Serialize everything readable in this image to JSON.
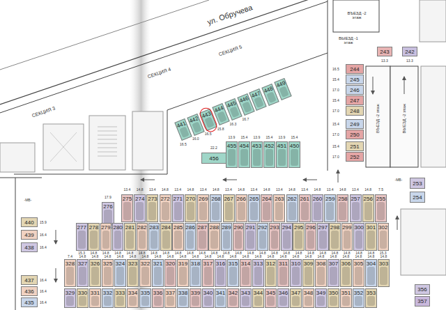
{
  "diagram": {
    "nodes": [
      {
        "text": [
          "243"
        ]
      },
      {
        "text": [
          "242"
        ]
      },
      {
        "text": [
          "441"
        ]
      },
      {
        "text": [
          "442"
        ]
      },
      {
        "text": [
          "443"
        ]
      },
      {
        "text": [
          "444"
        ]
      },
      {
        "text": [
          "445"
        ]
      },
      {
        "text": [
          "446"
        ]
      },
      {
        "text": [
          "447"
        ]
      },
      {
        "text": [
          "448"
        ]
      },
      {
        "text": [
          "449"
        ]
      },
      {
        "text": [
          "456"
        ]
      },
      {
        "text": [
          "455"
        ]
      },
      {
        "text": [
          "454"
        ]
      },
      {
        "text": [
          "453"
        ]
      },
      {
        "text": [
          "452"
        ]
      },
      {
        "text": [
          "451"
        ]
      },
      {
        "text": [
          "450"
        ]
      },
      {
        "text": [
          "244"
        ]
      },
      {
        "text": [
          "245"
        ]
      },
      {
        "text": [
          "246"
        ]
      },
      {
        "text": [
          "247"
        ]
      },
      {
        "text": [
          "248"
        ]
      },
      {
        "text": [
          "249"
        ]
      },
      {
        "text": [
          "250"
        ]
      },
      {
        "text": [
          "251"
        ]
      },
      {
        "text": [
          "252"
        ]
      },
      {
        "text": [
          "253"
        ]
      },
      {
        "text": [
          "254"
        ]
      },
      {
        "text": [
          "276"
        ]
      },
      {
        "text": [
          "275"
        ]
      },
      {
        "text": [
          "274"
        ]
      },
      {
        "text": [
          "273"
        ]
      },
      {
        "text": [
          "272"
        ]
      },
      {
        "text": [
          "271"
        ]
      },
      {
        "text": [
          "270"
        ]
      },
      {
        "text": [
          "269"
        ]
      },
      {
        "text": [
          "268"
        ]
      },
      {
        "text": [
          "267"
        ]
      },
      {
        "text": [
          "266"
        ]
      },
      {
        "text": [
          "265"
        ]
      },
      {
        "text": [
          "264"
        ]
      },
      {
        "text": [
          "263"
        ]
      },
      {
        "text": [
          "262"
        ]
      },
      {
        "text": [
          "261"
        ]
      },
      {
        "text": [
          "260"
        ]
      },
      {
        "text": [
          "259"
        ]
      },
      {
        "text": [
          "258"
        ]
      },
      {
        "text": [
          "257"
        ]
      },
      {
        "text": [
          "256"
        ]
      },
      {
        "text": [
          "255"
        ]
      },
      {
        "text": [
          "440"
        ]
      },
      {
        "text": [
          "439"
        ]
      },
      {
        "text": [
          "438"
        ]
      },
      {
        "text": [
          "437"
        ]
      },
      {
        "text": [
          "436"
        ]
      },
      {
        "text": [
          "435"
        ]
      },
      {
        "text": [
          "277"
        ]
      },
      {
        "text": [
          "278"
        ]
      },
      {
        "text": [
          "279"
        ]
      },
      {
        "text": [
          "280"
        ]
      },
      {
        "text": [
          "281"
        ]
      },
      {
        "text": [
          "282"
        ]
      },
      {
        "text": [
          "283"
        ]
      },
      {
        "text": [
          "284"
        ]
      },
      {
        "text": [
          "285"
        ]
      },
      {
        "text": [
          "286"
        ]
      },
      {
        "text": [
          "287"
        ]
      },
      {
        "text": [
          "288"
        ]
      },
      {
        "text": [
          "289"
        ]
      },
      {
        "text": [
          "290"
        ]
      },
      {
        "text": [
          "291"
        ]
      },
      {
        "text": [
          "292"
        ]
      },
      {
        "text": [
          "293"
        ]
      },
      {
        "text": [
          "294"
        ]
      },
      {
        "text": [
          "295"
        ]
      },
      {
        "text": [
          "296"
        ]
      },
      {
        "text": [
          "297"
        ]
      },
      {
        "text": [
          "298"
        ]
      },
      {
        "text": [
          "299"
        ]
      },
      {
        "text": [
          "300"
        ]
      },
      {
        "text": [
          "301"
        ]
      },
      {
        "text": [
          "302"
        ]
      },
      {
        "text": [
          "328"
        ]
      },
      {
        "text": [
          "327"
        ]
      },
      {
        "text": [
          "326"
        ]
      },
      {
        "text": [
          "325"
        ]
      },
      {
        "text": [
          "324"
        ]
      },
      {
        "text": [
          "323"
        ]
      },
      {
        "text": [
          "322"
        ]
      },
      {
        "text": [
          "321"
        ]
      },
      {
        "text": [
          "320"
        ]
      },
      {
        "text": [
          "319"
        ]
      },
      {
        "text": [
          "318"
        ]
      },
      {
        "text": [
          "317"
        ]
      },
      {
        "text": [
          "316"
        ]
      },
      {
        "text": [
          "315"
        ]
      },
      {
        "text": [
          "314"
        ]
      },
      {
        "text": [
          "313"
        ]
      },
      {
        "text": [
          "312"
        ]
      },
      {
        "text": [
          "311"
        ]
      },
      {
        "text": [
          "310"
        ]
      },
      {
        "text": [
          "309"
        ]
      },
      {
        "text": [
          "308"
        ]
      },
      {
        "text": [
          "307"
        ]
      },
      {
        "text": [
          "306"
        ]
      },
      {
        "text": [
          "305"
        ]
      },
      {
        "text": [
          "304"
        ]
      },
      {
        "text": [
          "303"
        ]
      },
      {
        "text": [
          "329"
        ]
      },
      {
        "text": [
          "330"
        ]
      },
      {
        "text": [
          "331"
        ]
      },
      {
        "text": [
          "332"
        ]
      },
      {
        "text": [
          "333"
        ]
      },
      {
        "text": [
          "334"
        ]
      },
      {
        "text": [
          "335"
        ]
      },
      {
        "text": [
          "336"
        ]
      },
      {
        "text": [
          "337"
        ]
      },
      {
        "text": [
          "338"
        ]
      },
      {
        "text": [
          "339"
        ]
      },
      {
        "text": [
          "340"
        ]
      },
      {
        "text": [
          "341"
        ]
      },
      {
        "text": [
          "342"
        ]
      },
      {
        "text": [
          "343"
        ]
      },
      {
        "text": [
          "344"
        ]
      },
      {
        "text": [
          "345"
        ]
      },
      {
        "text": [
          "346"
        ]
      },
      {
        "text": [
          "347"
        ]
      },
      {
        "text": [
          "348"
        ]
      },
      {
        "text": [
          "349"
        ]
      },
      {
        "text": [
          "350"
        ]
      },
      {
        "text": [
          "351"
        ]
      },
      {
        "text": [
          "352"
        ]
      },
      {
        "text": [
          "353"
        ]
      },
      {
        "text": [
          "356"
        ]
      },
      {
        "text": [
          "357"
        ]
      }
    ],
    "labels": [
      "ул. Обручева",
      "СЕКЦИЯ 3",
      "СЕКЦИЯ 4",
      "СЕКЦИЯ 5",
      "ВЪЕЗД -2 этаж",
      "ВЫЕЗД -1 этаж",
      "ВЪЕЗД -2 этаж",
      "ВЫЕЗД -2 этаж",
      "-МВ-",
      "-МВ-",
      "22.2",
      "13.9",
      "15.4",
      "13.9",
      "15.4",
      "13.9",
      "15.4",
      "16.5",
      "16.0",
      "16.5",
      "15.8",
      "16.3",
      "16.7",
      "16.5",
      "15.4",
      "17.0",
      "15.4",
      "17.0",
      "15.4",
      "17.0",
      "15.4",
      "17.0",
      "13.3",
      "13.3",
      "15.9",
      "16.4",
      "16.4",
      "16.4",
      "16.4",
      "16.4",
      "17.9",
      "13.4",
      "14.8",
      "13.4",
      "14.8",
      "13.4",
      "14.8",
      "13.4",
      "14.8",
      "13.4",
      "14.8",
      "13.4",
      "14.8",
      "13.4",
      "14.8",
      "13.4",
      "14.8",
      "13.4",
      "14.8",
      "13.4",
      "14.8",
      "7.5",
      "15.3",
      "14.8",
      "14.8",
      "14.8",
      "14.8",
      "14.8",
      "14.8",
      "14.8",
      "14.8",
      "14.8",
      "14.8",
      "14.8",
      "14.8",
      "14.8",
      "14.8",
      "14.8",
      "14.8",
      "14.8",
      "14.8",
      "14.8",
      "14.8",
      "14.8",
      "14.8",
      "14.8",
      "14.8",
      "15.3",
      "7.4",
      "14.8",
      "14.8",
      "14.8",
      "14.8",
      "14.8",
      "14.8",
      "14.8",
      "14.8",
      "14.8",
      "14.8",
      "14.8",
      "14.8",
      "14.8",
      "14.8",
      "14.8",
      "14.8",
      "14.8",
      "14.8",
      "14.8",
      "14.8",
      "14.8",
      "14.8",
      "14.8",
      "14.8",
      "14.8"
    ]
  }
}
